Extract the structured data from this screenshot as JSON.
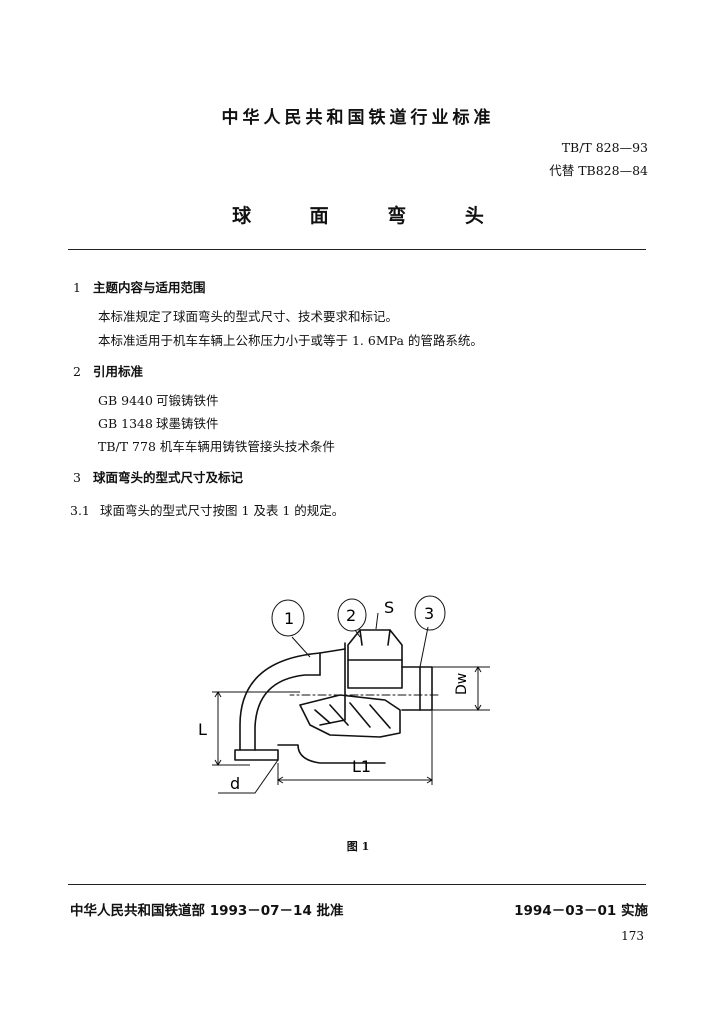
{
  "header": {
    "industry_title": "中华人民共和国铁道行业标准",
    "standard_code": "TB/T 828—93",
    "replaces": "代替 TB828—84"
  },
  "document_title": "球 面 弯 头",
  "sections": {
    "s1": {
      "number": "1",
      "heading": "主题内容与适用范围",
      "paragraphs": [
        "本标准规定了球面弯头的型式尺寸、技术要求和标记。",
        "本标准适用于机车车辆上公称压力小于或等于 1. 6MPa 的管路系统。"
      ]
    },
    "s2": {
      "number": "2",
      "heading": "引用标准",
      "references": [
        {
          "code": "GB 9440",
          "title": "可锻铸铁件"
        },
        {
          "code": "GB 1348",
          "title": "球墨铸铁件"
        },
        {
          "code": "TB/T 778",
          "title": "机车车辆用铸铁管接头技术条件"
        }
      ]
    },
    "s3": {
      "number": "3",
      "heading": "球面弯头的型式尺寸及标记"
    },
    "s3_1": {
      "number": "3.1",
      "text": "球面弯头的型式尺寸按图 1 及表 1 的规定。"
    }
  },
  "figure": {
    "labels": {
      "part1": "1",
      "part2": "2",
      "part3": "3",
      "s": "S",
      "dw": "Dw",
      "l": "L",
      "l1": "L1",
      "d": "d"
    },
    "caption": "图 1"
  },
  "footer": {
    "approval": "中华人民共和国铁道部 1993－07－14 批准",
    "implementation": "1994－03－01 实施",
    "page_number": "173"
  }
}
